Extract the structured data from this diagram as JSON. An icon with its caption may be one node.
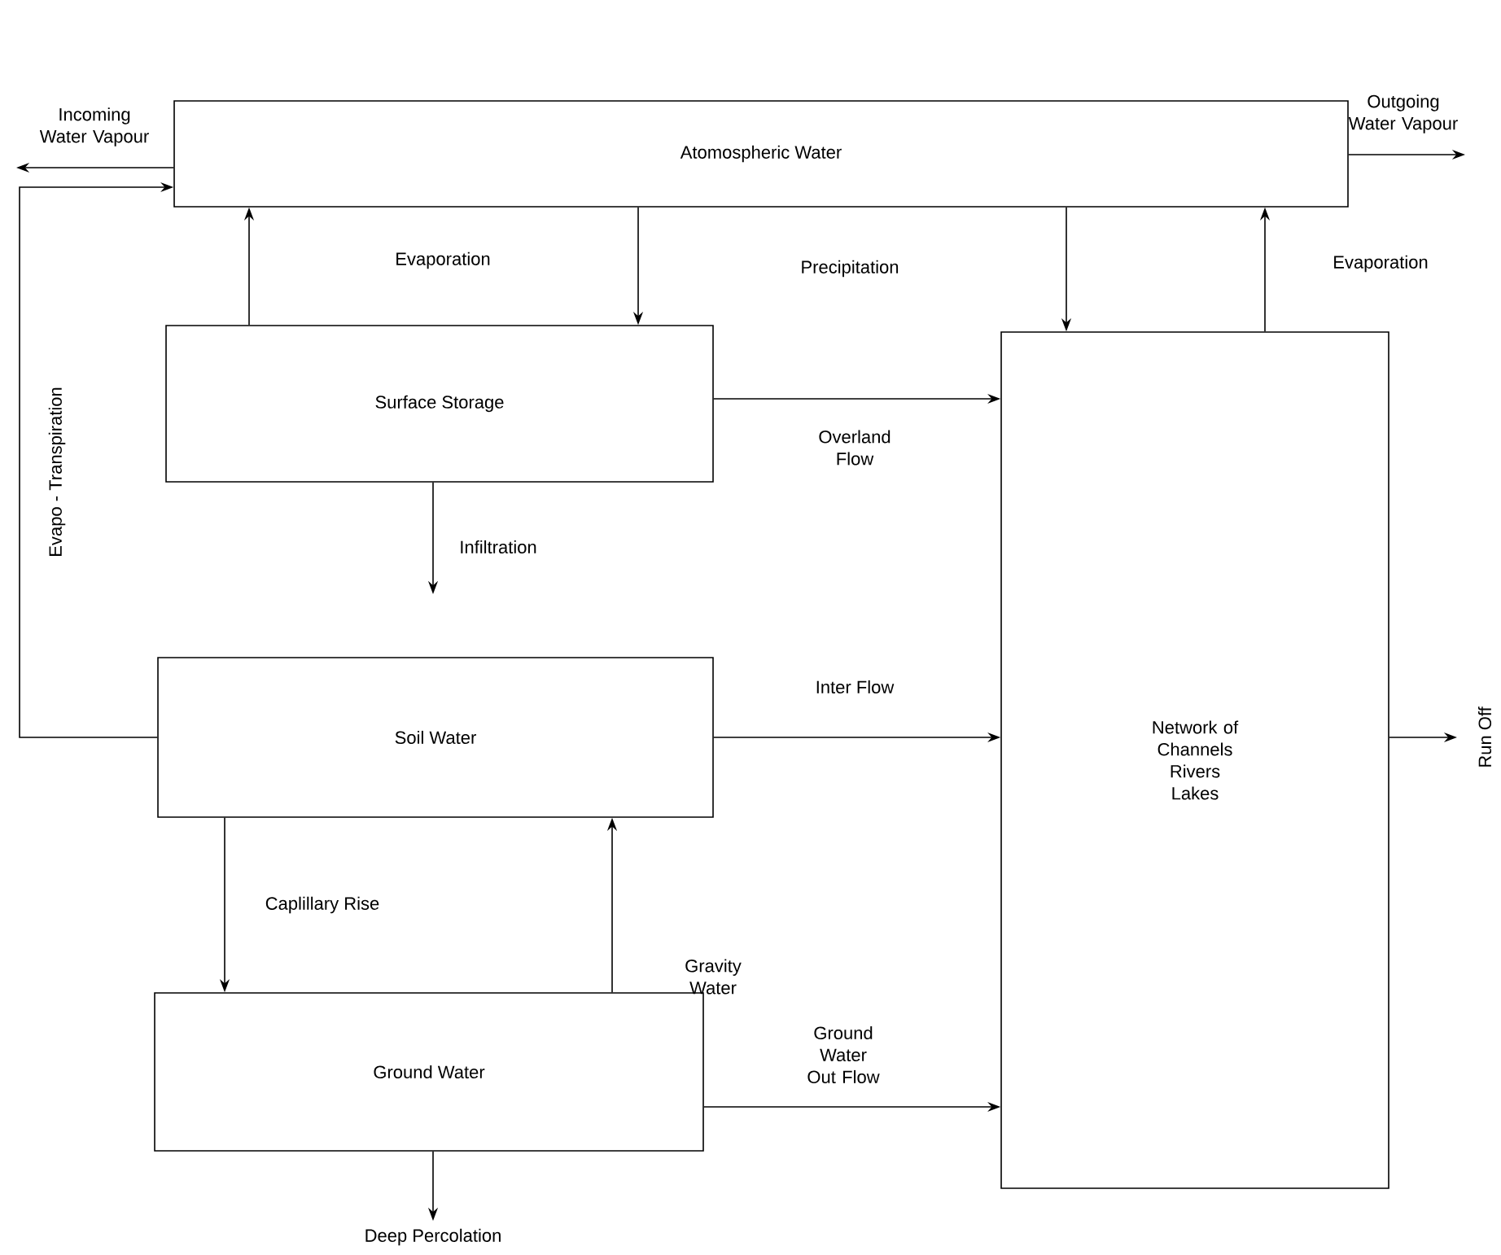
{
  "diagram": {
    "nodes": [
      {
        "text": [
          "Atomospheric Water"
        ]
      },
      {
        "text": [
          "Surface Storage"
        ]
      },
      {
        "text": [
          "Soil Water"
        ]
      },
      {
        "text": [
          "Ground Water"
        ]
      },
      {
        "text": [
          "Network of Channels Rivers Lakes"
        ]
      }
    ],
    "edges": [
      {
        "from": 0,
        "to": null,
        "arrow": "to",
        "label": "Incoming Water Vapour"
      },
      {
        "from": 0,
        "to": null,
        "arrow": "to",
        "label": "Outgoing Water Vapour"
      },
      {
        "from": 1,
        "to": 0,
        "arrow": "to"
      },
      {
        "from": 0,
        "to": 1,
        "arrow": "to"
      },
      {
        "from": 0,
        "to": 4,
        "arrow": "to"
      },
      {
        "from": 4,
        "to": 0,
        "arrow": "to",
        "label": "Evaporation"
      },
      {
        "from": 1,
        "to": 4,
        "arrow": "to",
        "label": "Overland Flow"
      },
      {
        "from": 1,
        "to": null,
        "arrow": "to",
        "label": "Infiltration"
      },
      {
        "from": 2,
        "to": 0,
        "arrow": "to",
        "label": "Evapo - Transpiration"
      },
      {
        "from": 2,
        "to": 4,
        "arrow": "to",
        "label": "Inter Flow"
      },
      {
        "from": 2,
        "to": 3,
        "arrow": "to",
        "label": "Caplillary Rise"
      },
      {
        "from": 3,
        "to": 2,
        "arrow": "to",
        "label": "Gravity Water"
      },
      {
        "from": 3,
        "to": 4,
        "arrow": "to",
        "label": "Ground Water Out Flow"
      },
      {
        "from": 3,
        "to": null,
        "arrow": "to",
        "label": "Deep Percolation"
      },
      {
        "from": 4,
        "to": null,
        "arrow": "to",
        "label": "Run Off"
      }
    ],
    "labels": [
      "Evaporation",
      "Precipitation"
    ]
  }
}
